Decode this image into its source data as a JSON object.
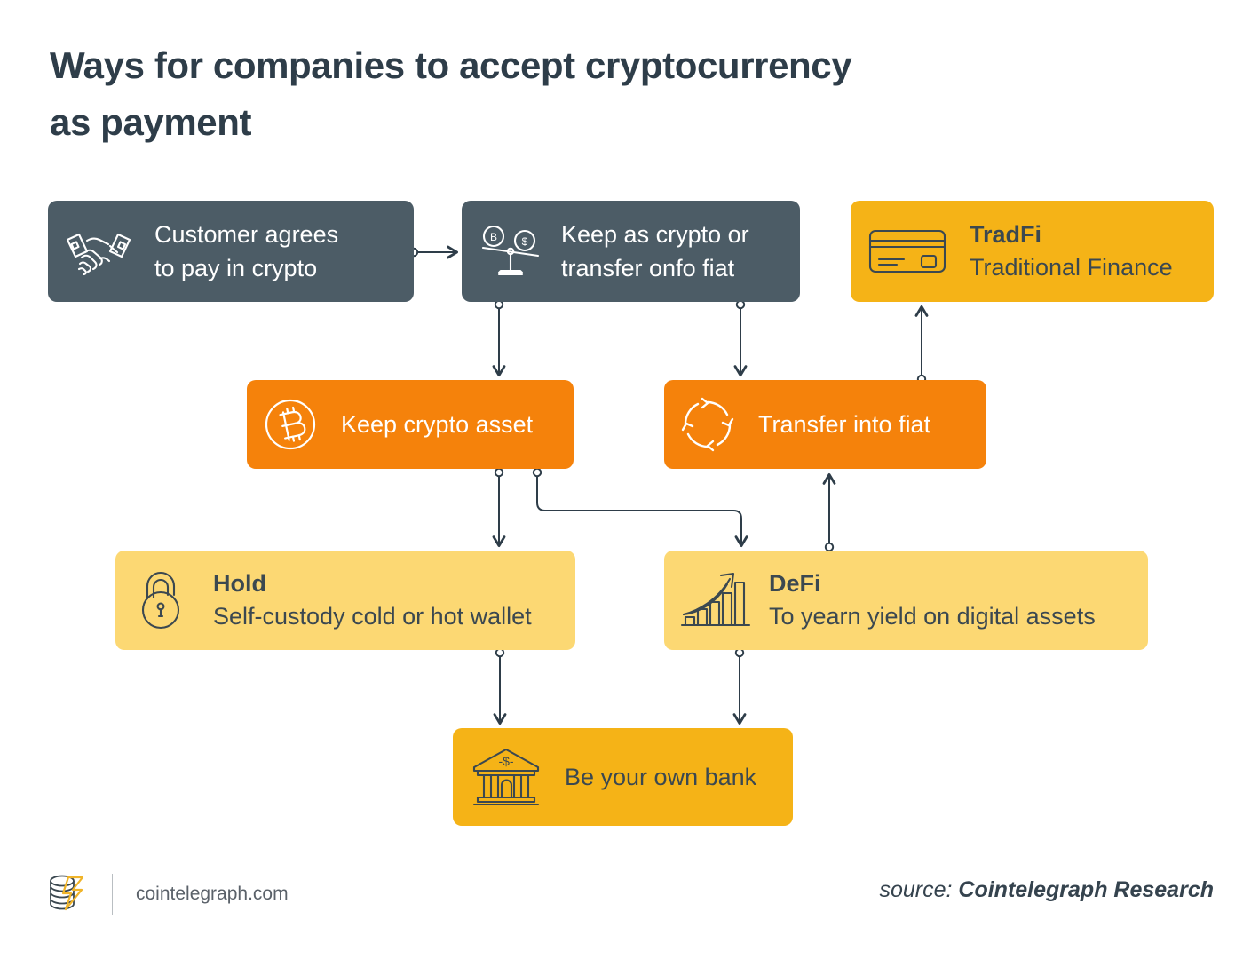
{
  "title": {
    "line1": "Ways for companies to accept cryptocurrency",
    "line2": "as payment"
  },
  "nodes": {
    "customer": {
      "name": "customer-agrees",
      "icon": "handshake-icon",
      "line1": "Customer agrees",
      "line2": "to pay in crypto",
      "color": "#4c5c66"
    },
    "keep_as": {
      "name": "keep-as-crypto-or-transfer",
      "icon": "balance-scale-icon",
      "line1": "Keep as crypto or",
      "line2": "transfer onfo fiat",
      "color": "#4c5c66"
    },
    "tradfi": {
      "name": "tradfi",
      "icon": "credit-card-icon",
      "title": "TradFi",
      "subtitle": "Traditional Finance",
      "color": "#f5b317"
    },
    "keep_asset": {
      "name": "keep-crypto-asset",
      "icon": "bitcoin-icon",
      "label": "Keep crypto asset",
      "color": "#f5820b"
    },
    "transfer_fiat": {
      "name": "transfer-into-fiat",
      "icon": "refresh-cycle-icon",
      "label": "Transfer into fiat",
      "color": "#f5820b"
    },
    "hold": {
      "name": "hold",
      "icon": "padlock-icon",
      "title": "Hold",
      "subtitle": "Self-custody cold or hot wallet",
      "color": "#fcd873"
    },
    "defi": {
      "name": "defi",
      "icon": "growth-chart-icon",
      "title": "DeFi",
      "subtitle": "To yearn yield on digital assets",
      "color": "#fcd873"
    },
    "bank": {
      "name": "be-your-own-bank",
      "icon": "bank-building-icon",
      "label": "Be your own bank",
      "color": "#f5b317"
    }
  },
  "connectors": [
    {
      "from": "customer",
      "to": "keep_as",
      "style": "horizontal-arrow"
    },
    {
      "from": "keep_as",
      "to": "keep_asset",
      "style": "vertical-arrow"
    },
    {
      "from": "keep_as",
      "to": "transfer_fiat",
      "style": "vertical-arrow"
    },
    {
      "from": "keep_asset",
      "to": "hold",
      "style": "vertical-arrow"
    },
    {
      "from": "keep_asset",
      "to": "defi",
      "style": "elbow-arrow"
    },
    {
      "from": "transfer_fiat",
      "to": "tradfi",
      "style": "vertical-arrow-up"
    },
    {
      "from": "defi",
      "to": "transfer_fiat",
      "style": "vertical-arrow-up"
    },
    {
      "from": "hold",
      "to": "bank",
      "style": "vertical-arrow"
    },
    {
      "from": "defi",
      "to": "bank",
      "style": "vertical-arrow"
    }
  ],
  "footer": {
    "logo": "cointelegraph-logo-icon",
    "url": "cointelegraph.com",
    "source_prefix": "source:",
    "source_name": "Cointelegraph Research"
  },
  "colors": {
    "dark": "#4c5c66",
    "orange": "#f5820b",
    "light_yellow": "#fcd873",
    "gold": "#f5b317",
    "title_text": "#2e3d49",
    "connector": "#2e3d49",
    "background": "#ffffff"
  }
}
